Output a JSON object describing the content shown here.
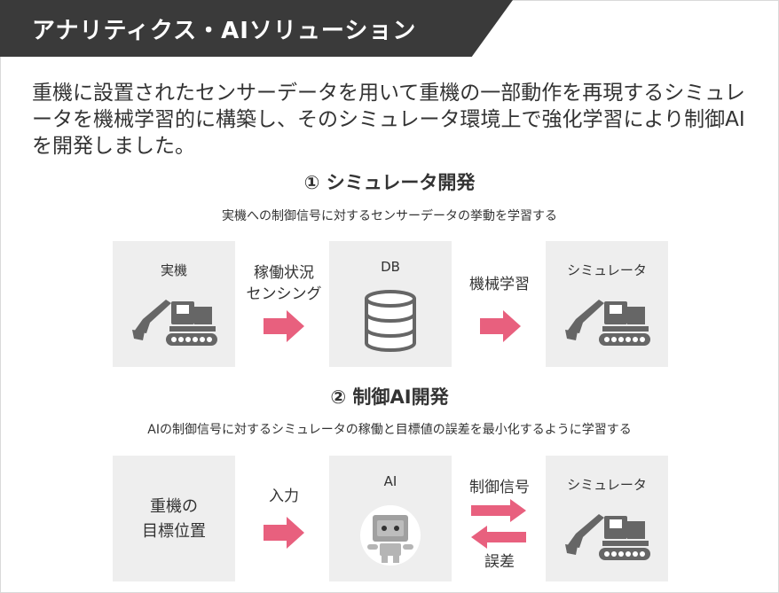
{
  "header": {
    "title": "アナリティクス・AIソリューション"
  },
  "intro": {
    "text": "重機に設置されたセンサーデータを用いて重機の一部動作を再現するシミュレータを機械学習的に構築し、そのシミュレータ環境上で強化学習により制御AIを開発しました。"
  },
  "section1": {
    "title": "① シミュレータ開発",
    "subtitle": "実機への制御信号に対するセンサーデータの挙動を学習する",
    "box1_label": "実機",
    "step1_line1": "稼働状況",
    "step1_line2": "センシング",
    "box2_label": "DB",
    "step2_label": "機械学習",
    "box3_label": "シミュレータ"
  },
  "section2": {
    "title": "② 制御AI開発",
    "subtitle": "AIの制御信号に対するシミュレータの稼働と目標値の誤差を最小化するように学習する",
    "box1_line1": "重機の",
    "box1_line2": "目標位置",
    "step1_label": "入力",
    "box2_label": "AI",
    "step2_top_label": "制御信号",
    "step2_bottom_label": "誤差",
    "box3_label": "シミュレータ"
  },
  "colors": {
    "header_bg": "#3a3a3a",
    "arrow_pink": "#e8607e",
    "box_bg": "#eeeeee",
    "icon_gray": "#666666"
  },
  "icons": {
    "excavator": "excavator-icon",
    "database": "database-icon",
    "robot": "robot-icon",
    "arrow": "arrow-right-icon"
  }
}
